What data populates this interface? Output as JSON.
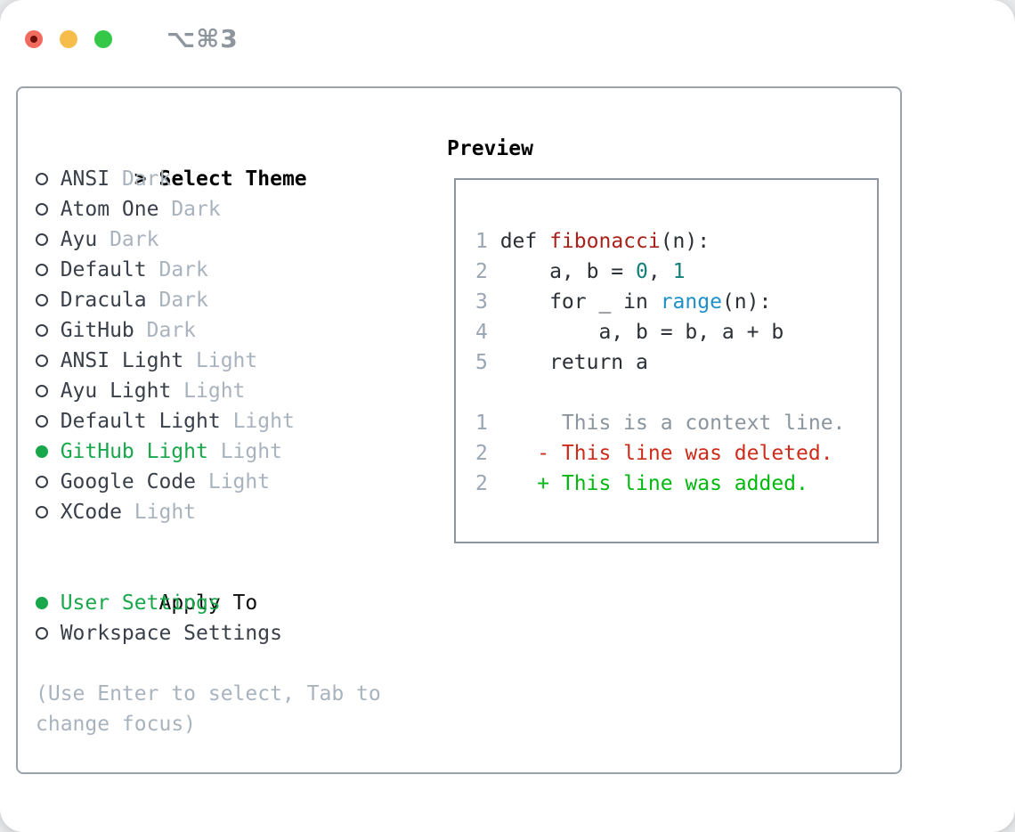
{
  "window": {
    "title": "⌥⌘3"
  },
  "colors": {
    "tl_red": "#f16b5f",
    "tl_red_dot": "#6b100a",
    "tl_yellow": "#f6bd4b",
    "tl_green": "#35c747",
    "title_gray": "#8e959d",
    "border_panel": "#9aa2ab",
    "border_preview": "#8d969e",
    "name_dark": "#3a4049",
    "subtitle_gray": "#a9b3be",
    "select_green": "#19a74b",
    "lnum_gray": "#9aa5b4",
    "code_dark": "#2b2f36",
    "func_red": "#a92019",
    "num_teal": "#107e79",
    "builtin_blue": "#1e90c8",
    "ctx_gray": "#8b959e",
    "del_red": "#cc2c1a",
    "add_green": "#00b80f"
  },
  "theme_picker": {
    "header_marker": ">",
    "header": "Select Theme",
    "themes": [
      {
        "name": "ANSI",
        "variant": "Dark",
        "selected": false
      },
      {
        "name": "Atom One",
        "variant": "Dark",
        "selected": false
      },
      {
        "name": "Ayu",
        "variant": "Dark",
        "selected": false
      },
      {
        "name": "Default",
        "variant": "Dark",
        "selected": false
      },
      {
        "name": "Dracula",
        "variant": "Dark",
        "selected": false
      },
      {
        "name": "GitHub",
        "variant": "Dark",
        "selected": false
      },
      {
        "name": "ANSI Light",
        "variant": "Light",
        "selected": false
      },
      {
        "name": "Ayu Light",
        "variant": "Light",
        "selected": false
      },
      {
        "name": "Default Light",
        "variant": "Light",
        "selected": false
      },
      {
        "name": "GitHub Light",
        "variant": "Light",
        "selected": true
      },
      {
        "name": "Google Code",
        "variant": "Light",
        "selected": false
      },
      {
        "name": "XCode",
        "variant": "Light",
        "selected": false
      }
    ],
    "apply_header": "Apply To",
    "apply_options": [
      {
        "name": "User Settings",
        "selected": true
      },
      {
        "name": "Workspace Settings",
        "selected": false
      }
    ],
    "hint_lines": [
      "(Use Enter to select, Tab to",
      "change focus)"
    ]
  },
  "preview": {
    "title": "Preview",
    "lines": [
      {
        "num": "1",
        "tokens": [
          {
            "t": "def ",
            "c": "code"
          },
          {
            "t": "fibonacci",
            "c": "func"
          },
          {
            "t": "(n):",
            "c": "code"
          }
        ]
      },
      {
        "num": "2",
        "tokens": [
          {
            "t": "    a, b = ",
            "c": "code"
          },
          {
            "t": "0",
            "c": "num"
          },
          {
            "t": ", ",
            "c": "code"
          },
          {
            "t": "1",
            "c": "num"
          }
        ]
      },
      {
        "num": "3",
        "tokens": [
          {
            "t": "    for _ in ",
            "c": "code"
          },
          {
            "t": "range",
            "c": "builtin"
          },
          {
            "t": "(n):",
            "c": "code"
          }
        ]
      },
      {
        "num": "4",
        "tokens": [
          {
            "t": "        a, b = b, a + b",
            "c": "code"
          }
        ]
      },
      {
        "num": "5",
        "tokens": [
          {
            "t": "    return a",
            "c": "code"
          }
        ]
      },
      {
        "num": "",
        "tokens": []
      },
      {
        "num": "1",
        "tokens": [
          {
            "t": "     This is a context line.",
            "c": "ctx"
          }
        ]
      },
      {
        "num": "2",
        "tokens": [
          {
            "t": "   - This line was deleted.",
            "c": "del"
          }
        ]
      },
      {
        "num": "2",
        "tokens": [
          {
            "t": "   + This line was added.",
            "c": "add"
          }
        ]
      }
    ]
  }
}
